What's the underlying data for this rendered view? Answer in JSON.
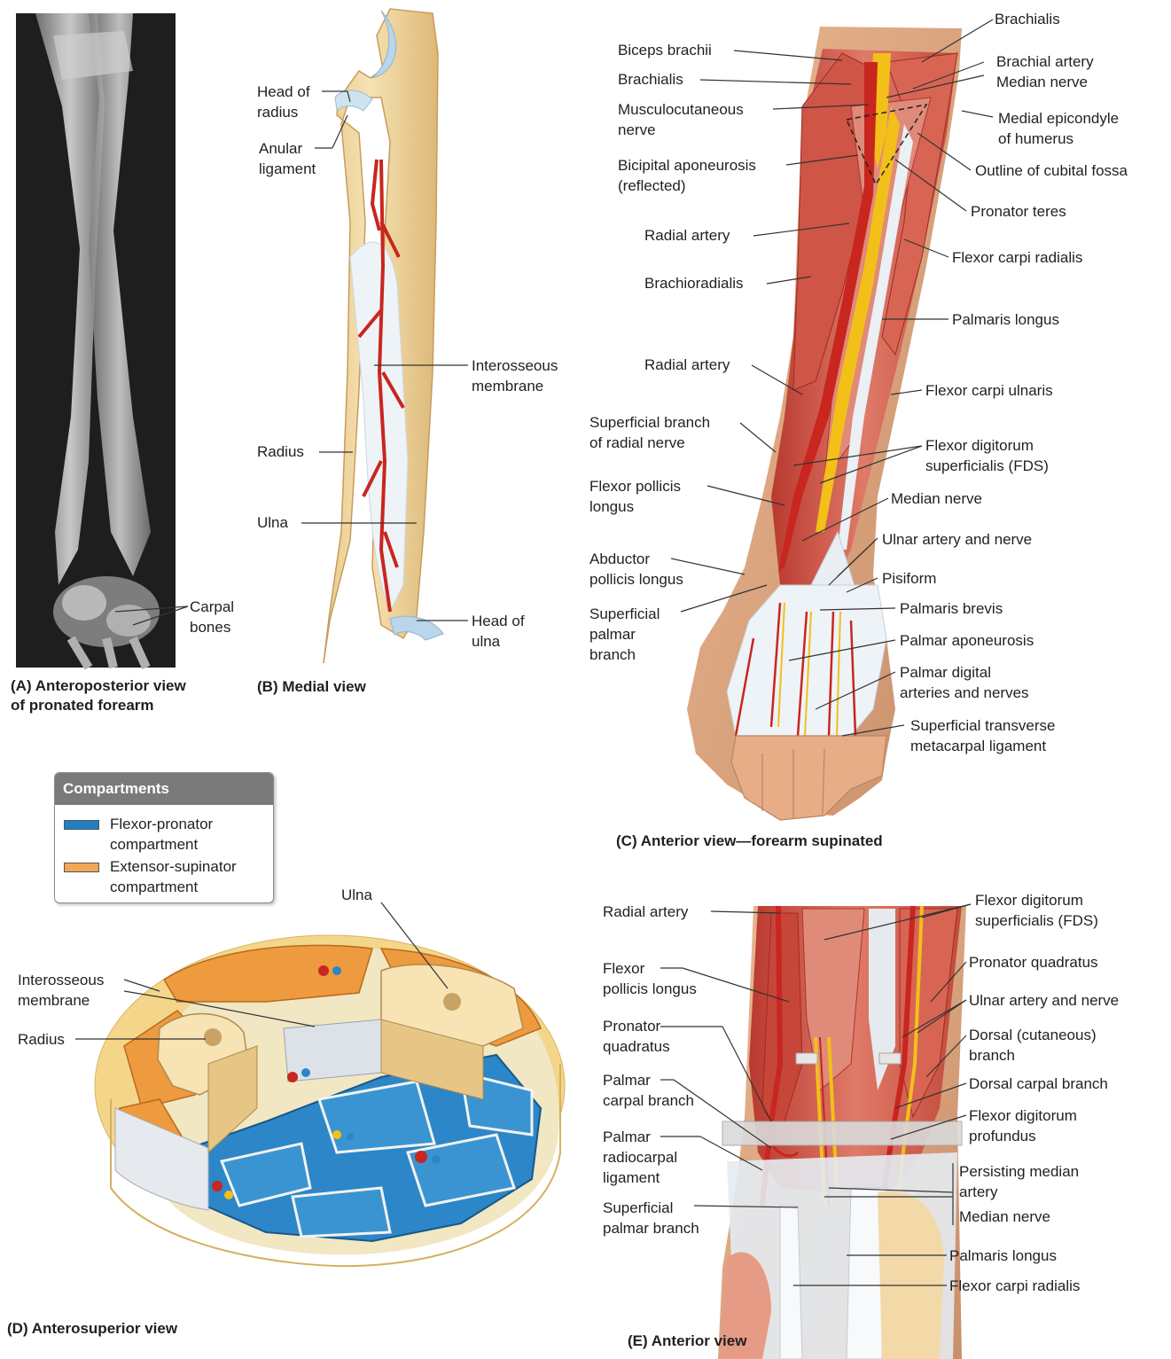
{
  "panels": {
    "A": {
      "caption": "(A) Anteroposterior view\n    of pronated forearm",
      "labels": {
        "carpal_bones": "Carpal\nbones"
      }
    },
    "B": {
      "caption": "(B) Medial view",
      "labels": {
        "head_of_radius": "Head of\nradius",
        "anular_ligament": "Anular\nligament",
        "interosseous_membrane": "Interosseous\nmembrane",
        "radius": "Radius",
        "ulna": "Ulna",
        "head_of_ulna": "Head of\nulna"
      }
    },
    "C": {
      "caption": "(C) Anterior view—forearm supinated",
      "labels": {
        "brachialis_top": "Brachialis",
        "biceps_brachii": "Biceps brachii",
        "brachialis": "Brachialis",
        "musculocutaneous_nerve": "Musculocutaneous\nnerve",
        "bicipital_aponeurosis": "Bicipital aponeurosis\n(reflected)",
        "radial_artery_1": "Radial artery",
        "brachioradialis": "Brachioradialis",
        "radial_artery_2": "Radial artery",
        "superficial_branch_radial_nerve": "Superficial branch\nof radial nerve",
        "flexor_pollicis_longus": "Flexor pollicis\nlongus",
        "abductor_pollicis_longus": "Abductor\npollicis longus",
        "superficial_palmar_branch": "Superficial\npalmar\nbranch",
        "brachial_artery_median_nerve": "Brachial artery\nMedian nerve",
        "medial_epicondyle": "Medial epicondyle\nof humerus",
        "outline_cubital_fossa": "Outline of cubital fossa",
        "pronator_teres": "Pronator teres",
        "flexor_carpi_radialis": "Flexor carpi radialis",
        "palmaris_longus": "Palmaris longus",
        "flexor_carpi_ulnaris": "Flexor carpi ulnaris",
        "fds": "Flexor digitorum\nsuperficialis (FDS)",
        "median_nerve": "Median nerve",
        "ulnar_artery_nerve": "Ulnar artery and nerve",
        "pisiform": "Pisiform",
        "palmaris_brevis": "Palmaris brevis",
        "palmar_aponeurosis": "Palmar aponeurosis",
        "palmar_digital": "Palmar digital\narteries and nerves",
        "superficial_transverse": "Superficial transverse\nmetacarpal ligament"
      }
    },
    "D": {
      "caption": "(D) Anterosuperior view",
      "legend": {
        "title": "Compartments",
        "items": [
          {
            "text": "Flexor-pronator\ncompartment",
            "color": "#1f7fc1"
          },
          {
            "text": "Extensor-supinator\ncompartment",
            "color": "#f0a858"
          }
        ]
      },
      "labels": {
        "ulna": "Ulna",
        "interosseous_membrane": "Interosseous\nmembrane",
        "radius": "Radius"
      }
    },
    "E": {
      "caption": "(E) Anterior view",
      "labels": {
        "radial_artery": "Radial artery",
        "flexor_pollicis_longus": "Flexor\npollicis longus",
        "pronator_quadratus_left": "Pronator\nquadratus",
        "palmar_carpal_branch": "Palmar\ncarpal branch",
        "palmar_radiocarpal": "Palmar\nradiocarpal\nligament",
        "superficial_palmar_branch": "Superficial\npalmar branch",
        "fds": "Flexor digitorum\nsuperficialis (FDS)",
        "pronator_quadratus_right": "Pronator quadratus",
        "ulnar_artery_nerve": "Ulnar artery and nerve",
        "dorsal_branch": "Dorsal (cutaneous)\nbranch",
        "dorsal_carpal_branch": "Dorsal carpal branch",
        "fdp": "Flexor digitorum\nprofundus",
        "persisting_median_artery": "Persisting median\nartery",
        "median_nerve": "Median nerve",
        "palmaris_longus": "Palmaris longus",
        "flexor_carpi_radialis": "Flexor carpi radialis"
      }
    }
  },
  "colors": {
    "muscle": "#d9574a",
    "muscle_light": "#e8897a",
    "bone": "#f2d9a0",
    "cartilage": "#b9d6ea",
    "artery": "#c8261f",
    "nerve": "#f2c018",
    "tendon": "#e9eef2",
    "skin": "#f2c9a6"
  }
}
